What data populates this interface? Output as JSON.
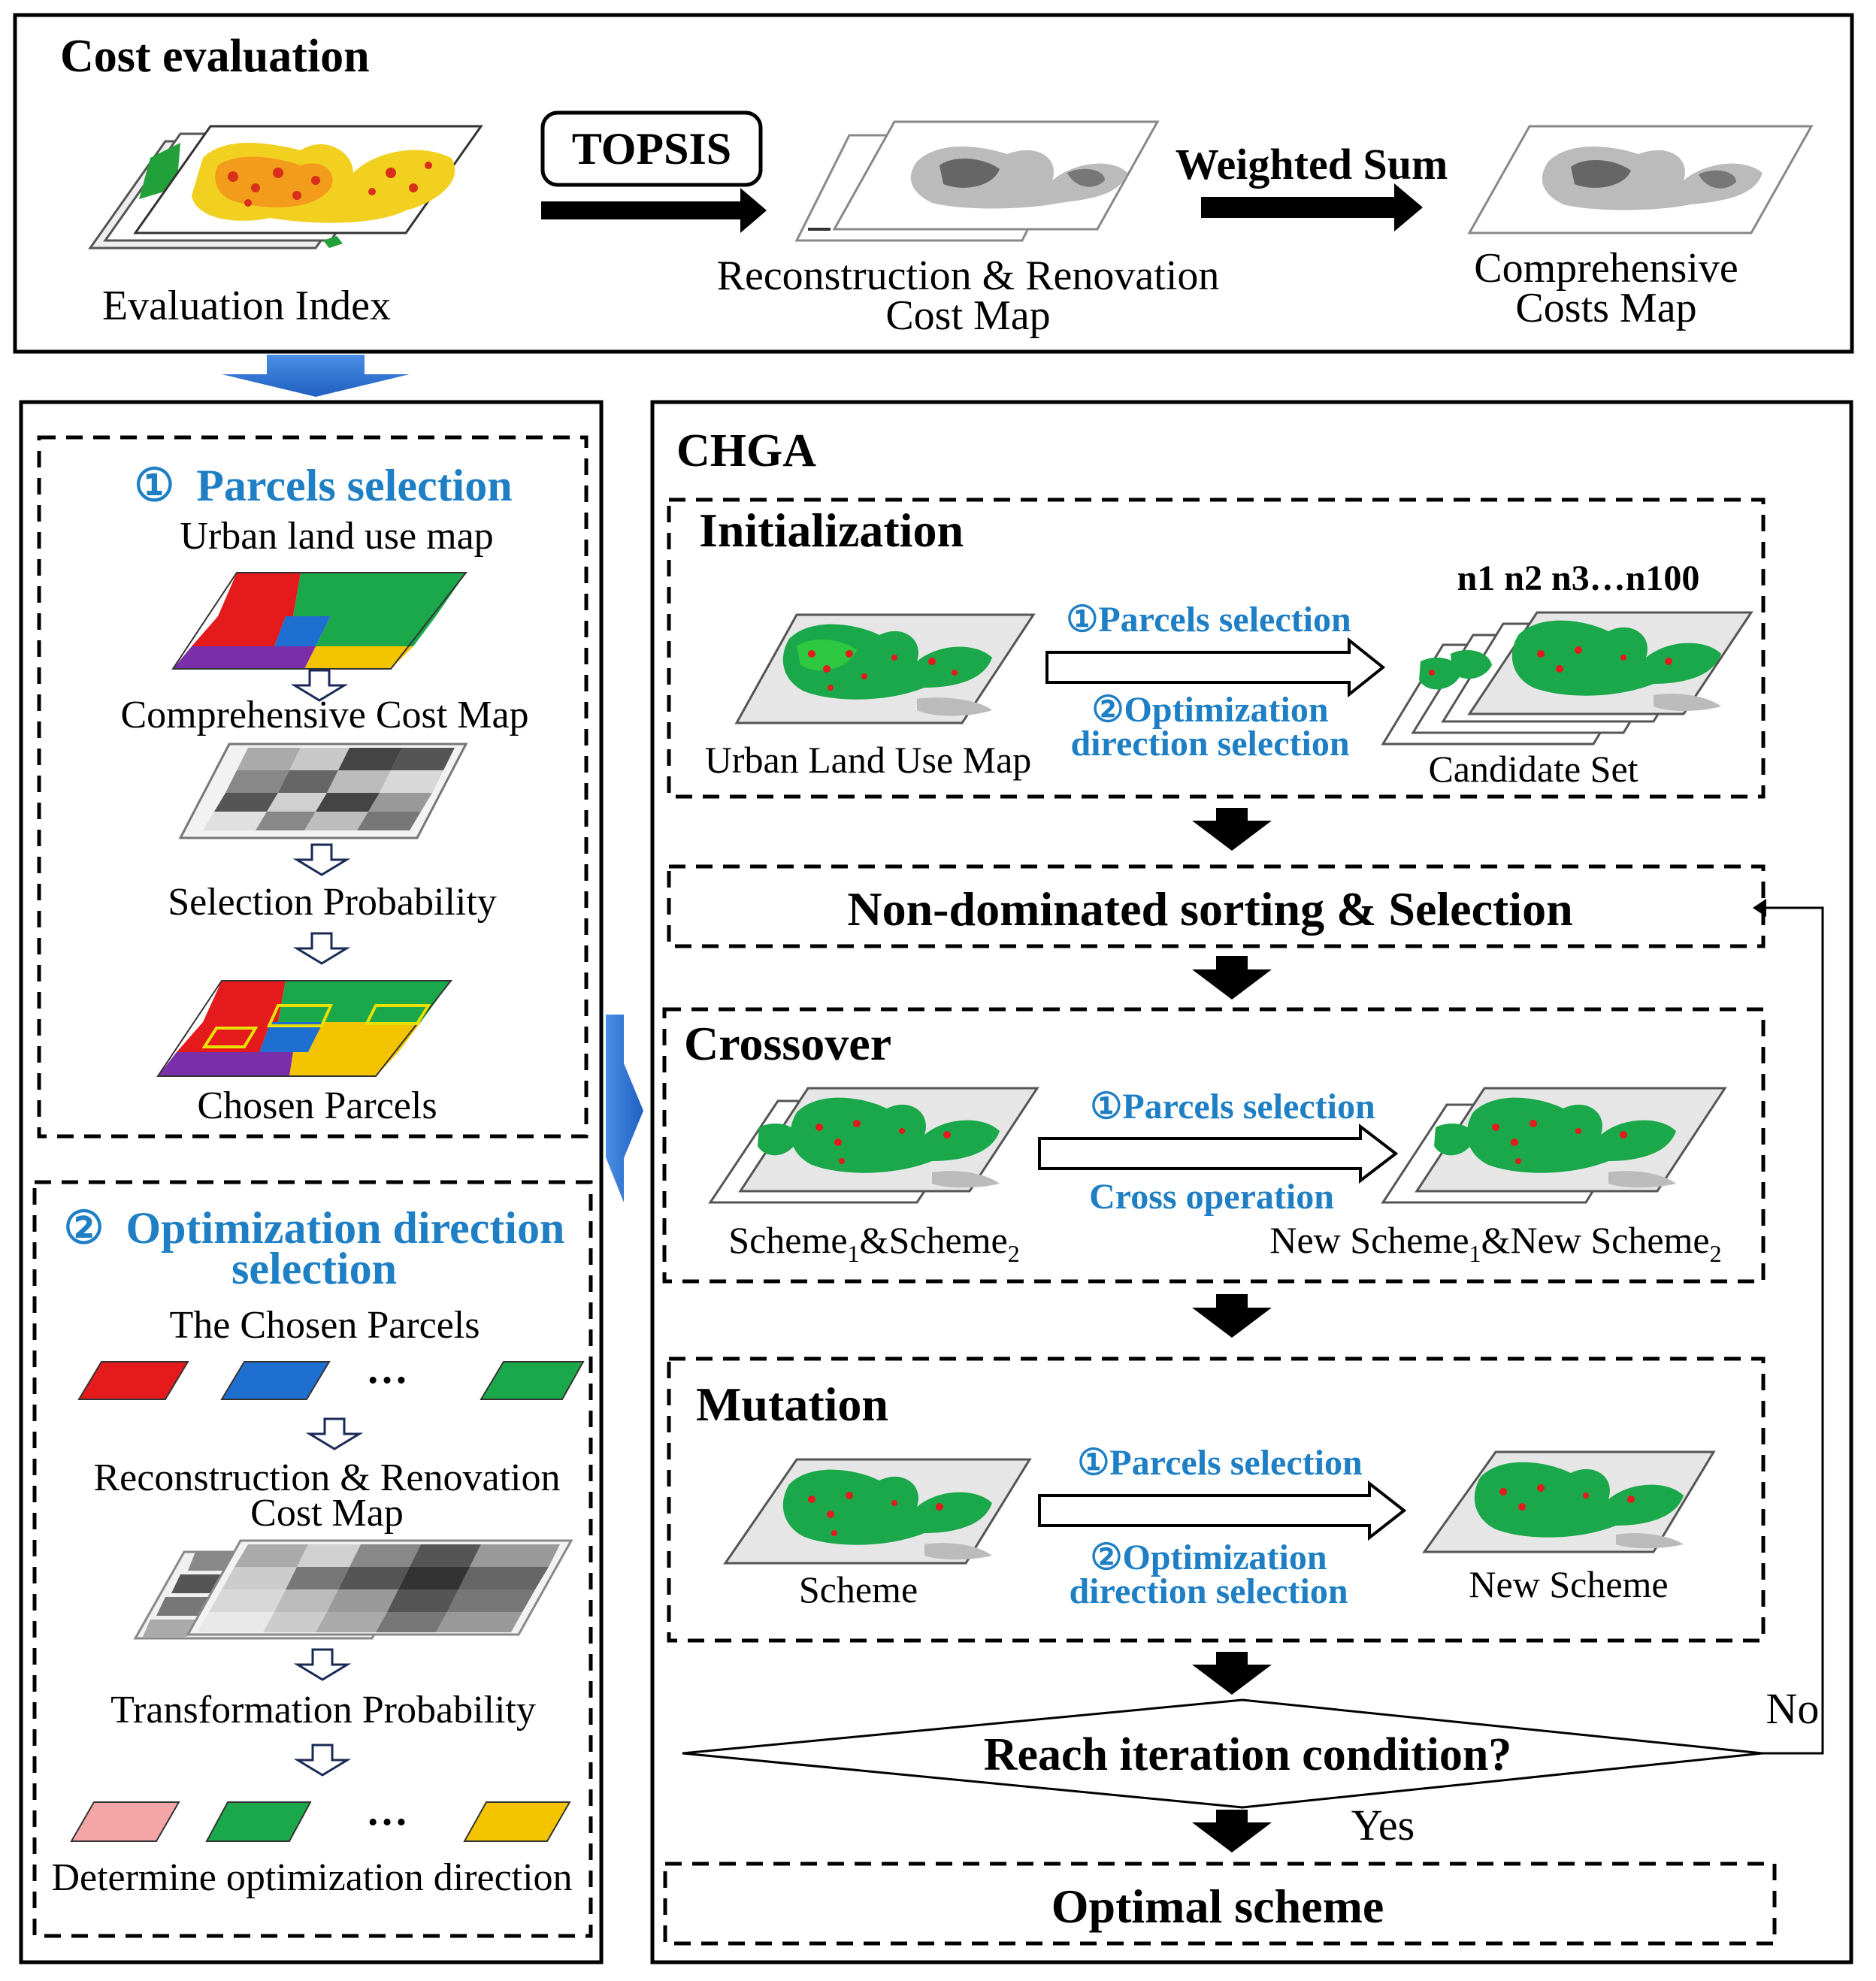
{
  "cost_evaluation": {
    "title": "Cost evaluation",
    "evaluation_index_label": "Evaluation Index",
    "topsis_label": "TOPSIS",
    "recon_map_label_line1": "Reconstruction & Renovation",
    "recon_map_label_line2": "Cost Map",
    "weighted_sum_label": "Weighted Sum",
    "comprehensive_label_line1": "Comprehensive",
    "comprehensive_label_line2": "Costs Map"
  },
  "left_panel": {
    "parcels_selection": {
      "number": "①",
      "title": "Parcels selection",
      "urban_land_use_map": "Urban land use map",
      "comprehensive_cost_map": "Comprehensive Cost Map",
      "selection_probability": "Selection Probability",
      "chosen_parcels": "Chosen Parcels"
    },
    "optimization_direction": {
      "number": "②",
      "title_line1": "Optimization direction",
      "title_line2": "selection",
      "the_chosen_parcels": "The Chosen Parcels",
      "ellipsis": "…",
      "recon_map_line1": "Reconstruction & Renovation",
      "recon_map_line2": "Cost Map",
      "transformation_probability": "Transformation Probability",
      "determine_direction": "Determine optimization direction"
    }
  },
  "chga": {
    "title": "CHGA",
    "initialization": {
      "title": "Initialization",
      "input_label": "Urban Land Use Map",
      "step1": "①Parcels selection",
      "step2_line1": "②Optimization",
      "step2_line2": "direction selection",
      "candidate_label": "Candidate Set",
      "candidate_series": "n1 n2 n3…n100"
    },
    "sorting": {
      "title": "Non-dominated sorting & Selection"
    },
    "crossover": {
      "title": "Crossover",
      "step1": "①Parcels selection",
      "step2": "Cross operation",
      "input_a": "Scheme",
      "sub1": "1",
      "input_mid": "&Scheme",
      "sub2": "2",
      "output_a": "New Scheme",
      "output_mid": "&New Scheme"
    },
    "mutation": {
      "title": "Mutation",
      "step1": "①Parcels selection",
      "step2_line1": "②Optimization",
      "step2_line2": "direction selection",
      "input_label": "Scheme",
      "output_label": "New Scheme"
    },
    "decision": {
      "question": "Reach iteration condition?",
      "no": "No",
      "yes": "Yes"
    },
    "result": {
      "title": "Optimal scheme"
    }
  },
  "colors": {
    "accent_blue": "#1f7fc4",
    "parcel_red": "#e41a1c",
    "parcel_green": "#1aa84a",
    "parcel_blue": "#1f6fd0",
    "parcel_purple": "#7a2fa8",
    "parcel_yellow": "#f5c400",
    "parcel_pink": "#f4a6a6",
    "connector_blue": "#2f75d6"
  }
}
